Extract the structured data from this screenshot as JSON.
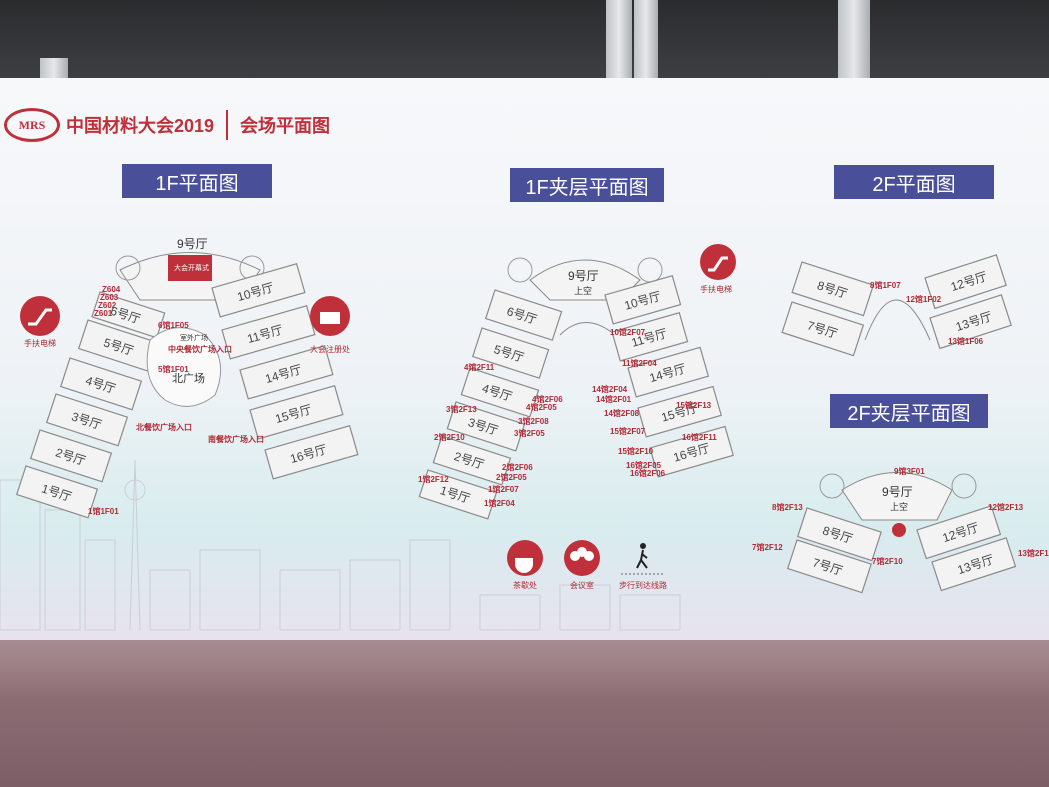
{
  "header": {
    "logo_text": "MRS",
    "brand": "中国材料大会2019",
    "subtitle": "会场平面图"
  },
  "sections": {
    "f1": "1F平面图",
    "f1m": "1F夹层平面图",
    "f2": "2F平面图",
    "f2m": "2F夹层平面图"
  },
  "f1": {
    "halls": [
      "9号厅",
      "10号厅",
      "11号厅",
      "14号厅",
      "15号厅",
      "16号厅",
      "6号厅",
      "5号厅",
      "4号厅",
      "3号厅",
      "2号厅",
      "1号厅"
    ],
    "ceremony": "大会开幕式",
    "plaza": "北广场",
    "outer_plaza": "室外广场",
    "labels": [
      "Z604",
      "Z603",
      "Z602",
      "Z601",
      "6馆1F05",
      "中央餐饮广场入口",
      "5馆1F01",
      "北餐饮广场入口",
      "南餐饮广场入口",
      "1馆1F01"
    ],
    "escalator": "手扶电梯",
    "registration": "大会注册处"
  },
  "f1m": {
    "halls": [
      "9号厅",
      "10号厅",
      "11号厅",
      "14号厅",
      "15号厅",
      "16号厅",
      "6号厅",
      "5号厅",
      "4号厅",
      "3号厅",
      "2号厅",
      "1号厅"
    ],
    "hall9_sub": "上空",
    "labels": [
      "10馆2F07",
      "11馆2F04",
      "4馆2F11",
      "4馆2F06",
      "4馆2F05",
      "3馆2F13",
      "3馆2F08",
      "3馆2F05",
      "2馆2F10",
      "2馆2F06",
      "2馆2F05",
      "1馆2F12",
      "1馆2F07",
      "1馆2F04",
      "14馆2F04",
      "14馆2F01",
      "14馆2F08",
      "15馆2F13",
      "15馆2F07",
      "16馆2F11",
      "15馆2F10",
      "16馆2F05",
      "16馆2F06"
    ],
    "escalator": "手扶电梯"
  },
  "f2": {
    "halls": [
      "8号厅",
      "7号厅",
      "12号厅",
      "13号厅"
    ],
    "labels": [
      "8馆1F07",
      "12馆1F02",
      "13馆1F06"
    ]
  },
  "f2m": {
    "halls": [
      "9号厅",
      "8号厅",
      "7号厅",
      "12号厅",
      "13号厅"
    ],
    "hall9_sub": "上空",
    "labels": [
      "9馆3F01",
      "8馆2F13",
      "7馆2F12",
      "7馆2F10",
      "12馆2F13",
      "13馆2F1"
    ]
  },
  "legend": {
    "tea": "茶歇处",
    "meeting": "会议室",
    "walk": "步行到达线路"
  },
  "colors": {
    "brand": "#c0303a",
    "section_bg": "#4a4f9a",
    "accent_red": "#b02a35"
  }
}
